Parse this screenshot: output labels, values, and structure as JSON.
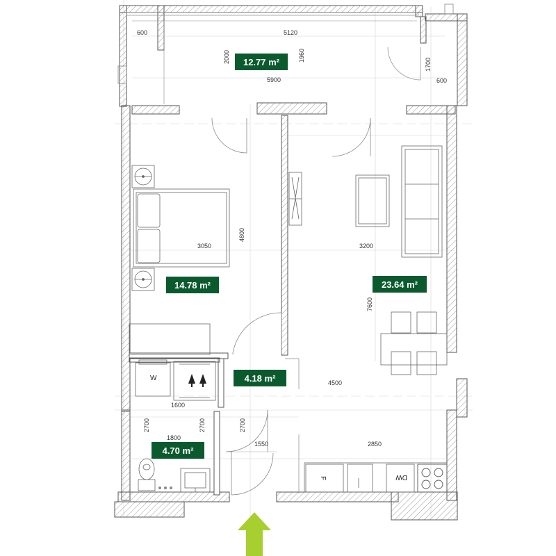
{
  "colors": {
    "wall": "#555555",
    "line": "#777777",
    "grid": "#cfcfcf",
    "area_tag": "#0b5a2e",
    "entrance_arrow": "#a6cf2f"
  },
  "areas": [
    {
      "id": "balcony",
      "label": "12.77 m²"
    },
    {
      "id": "bedroom",
      "label": "14.78 m²"
    },
    {
      "id": "living",
      "label": "23.64 m²"
    },
    {
      "id": "hall",
      "label": "4.18 m²"
    },
    {
      "id": "bathroom",
      "label": "4.70 m²"
    }
  ],
  "dimensions": {
    "balcony_side_left": "600",
    "balcony_width": "5120",
    "balcony_h1": "2000",
    "balcony_h2": "1960",
    "balcony_full": "5900",
    "balcony_side_right_h": "1700",
    "balcony_side_right": "600",
    "bedroom_width": "3050",
    "bedroom_height": "4800",
    "living_width": "3200",
    "living_height": "7600",
    "hall_length": "4500",
    "closet_width": "1600",
    "bath_h1": "2700",
    "bath_h2": "2700",
    "bath_width": "1800",
    "hall_h": "2700",
    "hall_width": "1550",
    "kitchen_width": "2850"
  },
  "fixtures": {
    "washer": "W",
    "fridge": "F",
    "dishwasher": "DW"
  },
  "icons": [
    "entrance-arrow-icon",
    "door-swing-icon",
    "toilet-icon",
    "sink-icon",
    "cooktop-icon",
    "bed-icon",
    "sofa-icon",
    "table-icon"
  ]
}
